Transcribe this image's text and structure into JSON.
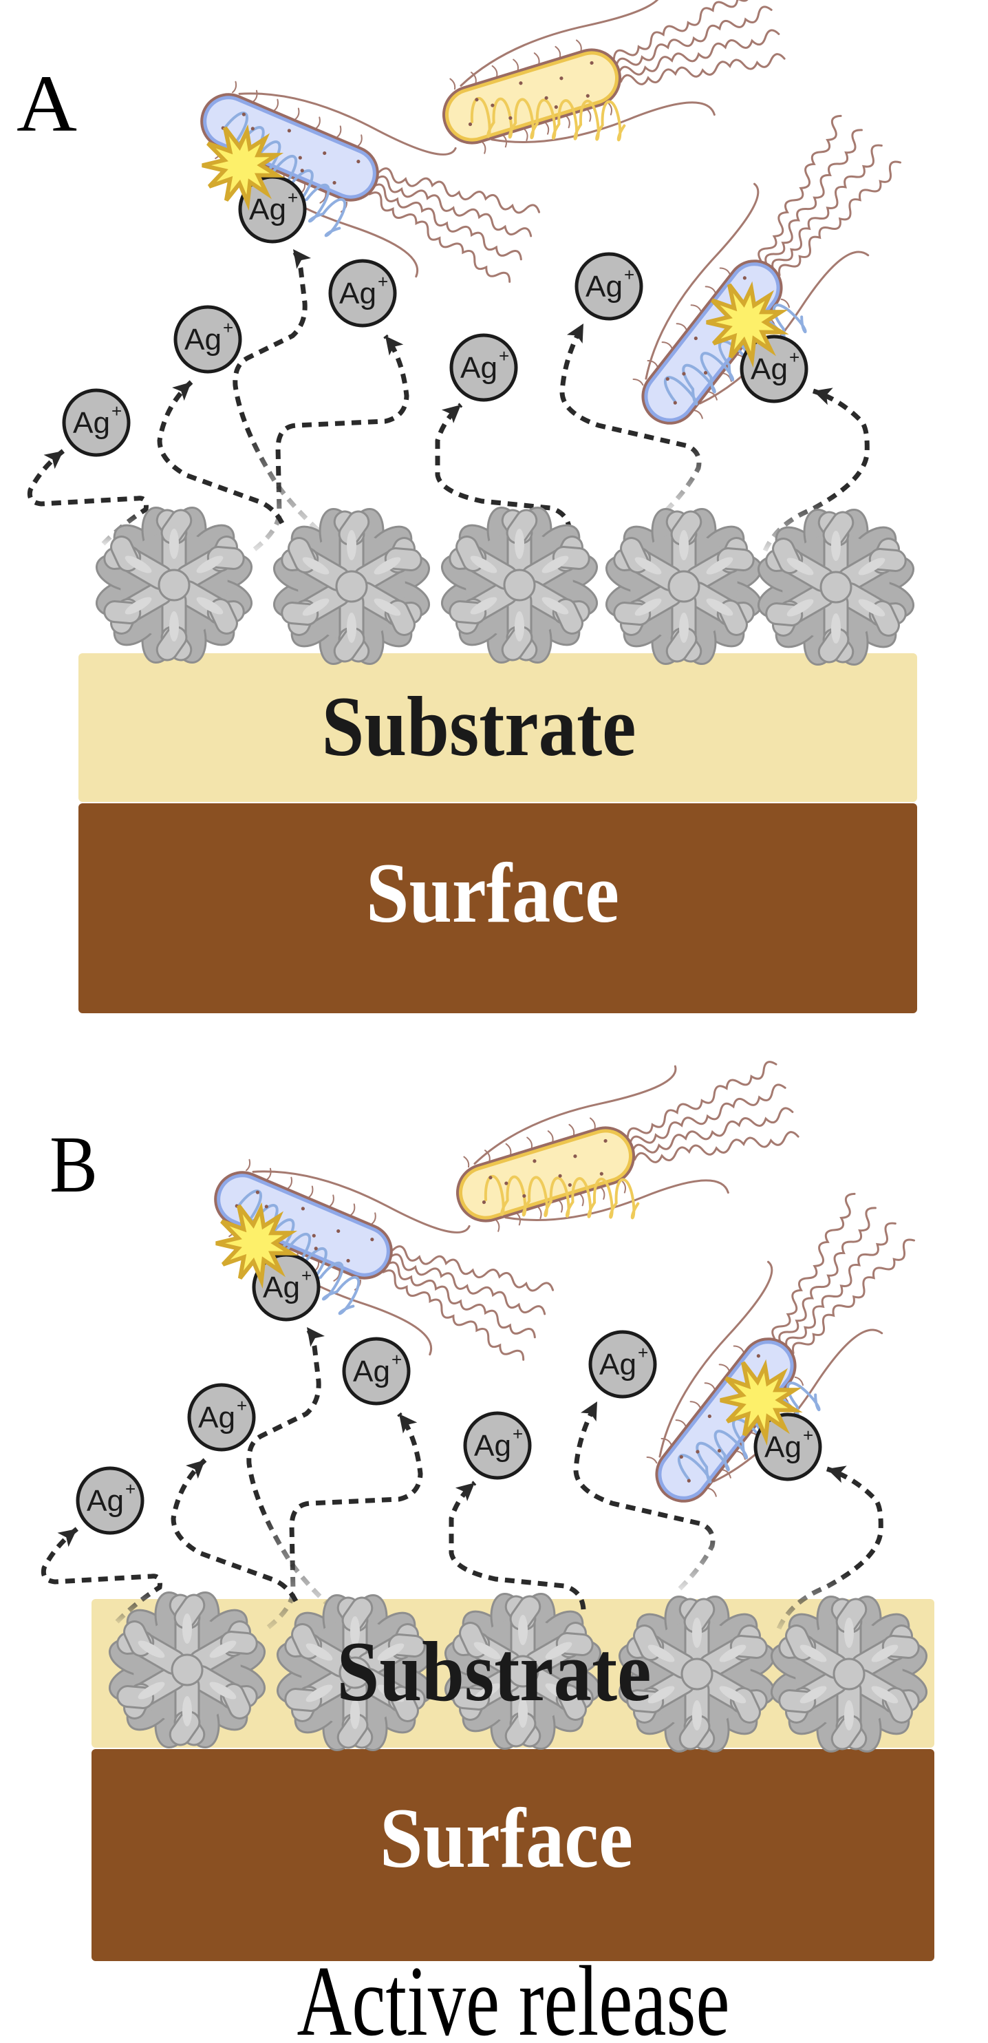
{
  "figure": {
    "caption": "Active release",
    "colors": {
      "background": "#ffffff",
      "substrate": "#F3E4AC",
      "surface": "#8A5022",
      "substrate_text": "#1A1A1A",
      "surface_text": "#FFFFFF",
      "ion_fill": "#BDBDBD",
      "ion_stroke": "#1B1B1B",
      "path_stroke": "#2A2A2A",
      "nanoparticle_light": "#C8C8C8",
      "nanoparticle_mid": "#AFAFAF",
      "nanoparticle_dark": "#8E8E8E",
      "bacterium_blue_fill": "#D8E0FA",
      "bacterium_blue_membrane": "#8EA8E8",
      "bacterium_blue_dna": "#8FAEE0",
      "bacterium_yellow_fill": "#FCEDB8",
      "bacterium_yellow_membrane": "#EDC54E",
      "bacterium_yellow_dna": "#EFCB5A",
      "bacterium_outline": "#9A6B62",
      "flagella": "#A57A70",
      "burst_fill": "#FDF06A",
      "burst_stroke": "#D4A92E"
    }
  },
  "panels": [
    {
      "id": "A",
      "label": "A",
      "substrate_label": "Substrate",
      "surface_label": "Surface",
      "nanoparticles_embedded": false,
      "ions": [
        {
          "text": "Ag",
          "charge": "+",
          "state": "free"
        },
        {
          "text": "Ag",
          "charge": "+",
          "state": "free"
        },
        {
          "text": "Ag",
          "charge": "+",
          "state": "free"
        },
        {
          "text": "Ag",
          "charge": "+",
          "state": "free"
        },
        {
          "text": "Ag",
          "charge": "+",
          "state": "free"
        },
        {
          "text": "Ag",
          "charge": "+",
          "state": "attacking-bacterium"
        },
        {
          "text": "Ag",
          "charge": "+",
          "state": "attacking-bacterium"
        }
      ],
      "bacteria": [
        {
          "type": "blue",
          "state": "damaged"
        },
        {
          "type": "yellow",
          "state": "intact"
        },
        {
          "type": "blue",
          "state": "damaged"
        }
      ],
      "nanoparticle_count": 5
    },
    {
      "id": "B",
      "label": "B",
      "substrate_label": "Substrate",
      "surface_label": "Surface",
      "nanoparticles_embedded": true,
      "ions": [
        {
          "text": "Ag",
          "charge": "+",
          "state": "free"
        },
        {
          "text": "Ag",
          "charge": "+",
          "state": "free"
        },
        {
          "text": "Ag",
          "charge": "+",
          "state": "free"
        },
        {
          "text": "Ag",
          "charge": "+",
          "state": "free"
        },
        {
          "text": "Ag",
          "charge": "+",
          "state": "free"
        },
        {
          "text": "Ag",
          "charge": "+",
          "state": "attacking-bacterium"
        },
        {
          "text": "Ag",
          "charge": "+",
          "state": "attacking-bacterium"
        }
      ],
      "bacteria": [
        {
          "type": "blue",
          "state": "damaged"
        },
        {
          "type": "yellow",
          "state": "intact"
        },
        {
          "type": "blue",
          "state": "damaged"
        }
      ],
      "nanoparticle_count": 5
    }
  ]
}
